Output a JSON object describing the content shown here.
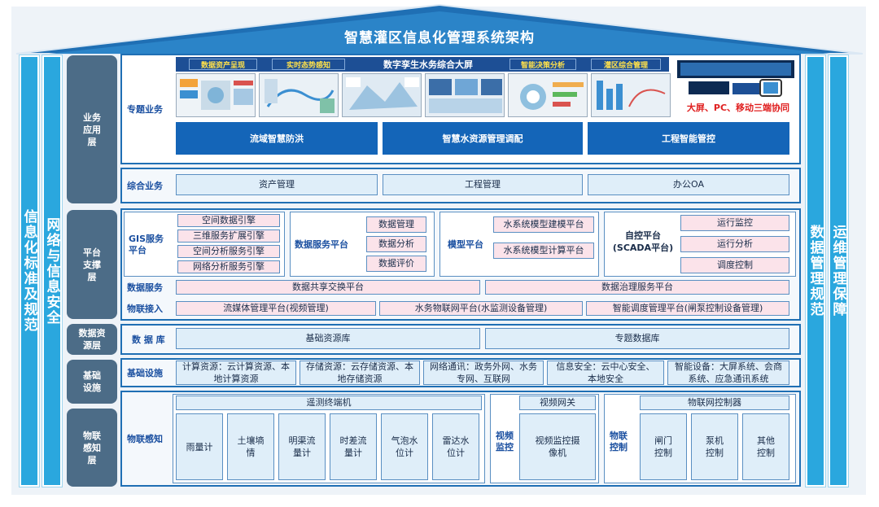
{
  "title": "智慧灌区信息化管理系统架构",
  "side_bars": {
    "left_outer": "信息化标准及规范",
    "left_inner": "网络与信息安全",
    "right_inner": "数据管理规范",
    "right_outer": "运维管理保障"
  },
  "layers": {
    "app": "业务应用层",
    "platform": "平台支撑层",
    "data_resource": "数据资源层",
    "infra": "基础设施",
    "iot": "物联感知层"
  },
  "special_business": {
    "label": "专题业务",
    "tabs": [
      "数据资产呈现",
      "实时态势感知",
      "数字孪生水务综合大屏",
      "智能决策分析",
      "灌区综合管理"
    ],
    "multi_screen_caption": "大屏、PC、移动三端协同",
    "blocks": [
      "流域智慧防洪",
      "智慧水资源管理调配",
      "工程智能管控"
    ]
  },
  "integrated_business": {
    "label": "综合业务",
    "items": [
      "资产管理",
      "工程管理",
      "办公OA"
    ]
  },
  "gis": {
    "label": "GIS服务平台",
    "items": [
      "空间数据引擎",
      "三维服务扩展引擎",
      "空间分析服务引擎",
      "网络分析服务引擎"
    ]
  },
  "data_service_platform": {
    "label": "数据服务平台",
    "items": [
      "数据管理",
      "数据分析",
      "数据评价"
    ]
  },
  "model_platform": {
    "label": "模型平台",
    "items": [
      "水系统模型建模平台",
      "水系统模型计算平台"
    ]
  },
  "scada": {
    "label": "自控平台(SCADA平台)",
    "items": [
      "运行监控",
      "运行分析",
      "调度控制"
    ]
  },
  "data_services": {
    "label": "数据服务",
    "items": [
      "数据共享交换平台",
      "数据治理服务平台"
    ]
  },
  "iot_access": {
    "label": "物联接入",
    "items": [
      "流媒体管理平台(视频管理)",
      "水务物联网平台(水监测设备管理)",
      "智能调度管理平台(闸泵控制设备管理)"
    ]
  },
  "database": {
    "label": "数 据 库",
    "items": [
      "基础资源库",
      "专题数据库"
    ]
  },
  "infrastructure": {
    "label": "基础设施",
    "items": [
      "计算资源：云计算资源、本地计算资源",
      "存储资源：云存储资源、本地存储资源",
      "网络通讯：政务外网、水务专网、互联网",
      "信息安全：云中心安全、本地安全",
      "智能设备：大屏系统、会商系统、应急通讯系统"
    ]
  },
  "iot_sensing": {
    "label": "物联感知",
    "terminal": "遥测终端机",
    "sensors": [
      "雨量计",
      "土壤墒情",
      "明渠流量计",
      "时差流量计",
      "气泡水位计",
      "雷达水位计"
    ],
    "video_label": "视频监控",
    "video_gateway": "视频网关",
    "video_camera": "视频监控摄像机",
    "control_label": "物联控制",
    "controller": "物联网控制器",
    "controls": [
      "闸门控制",
      "泵机控制",
      "其他控制"
    ]
  }
}
